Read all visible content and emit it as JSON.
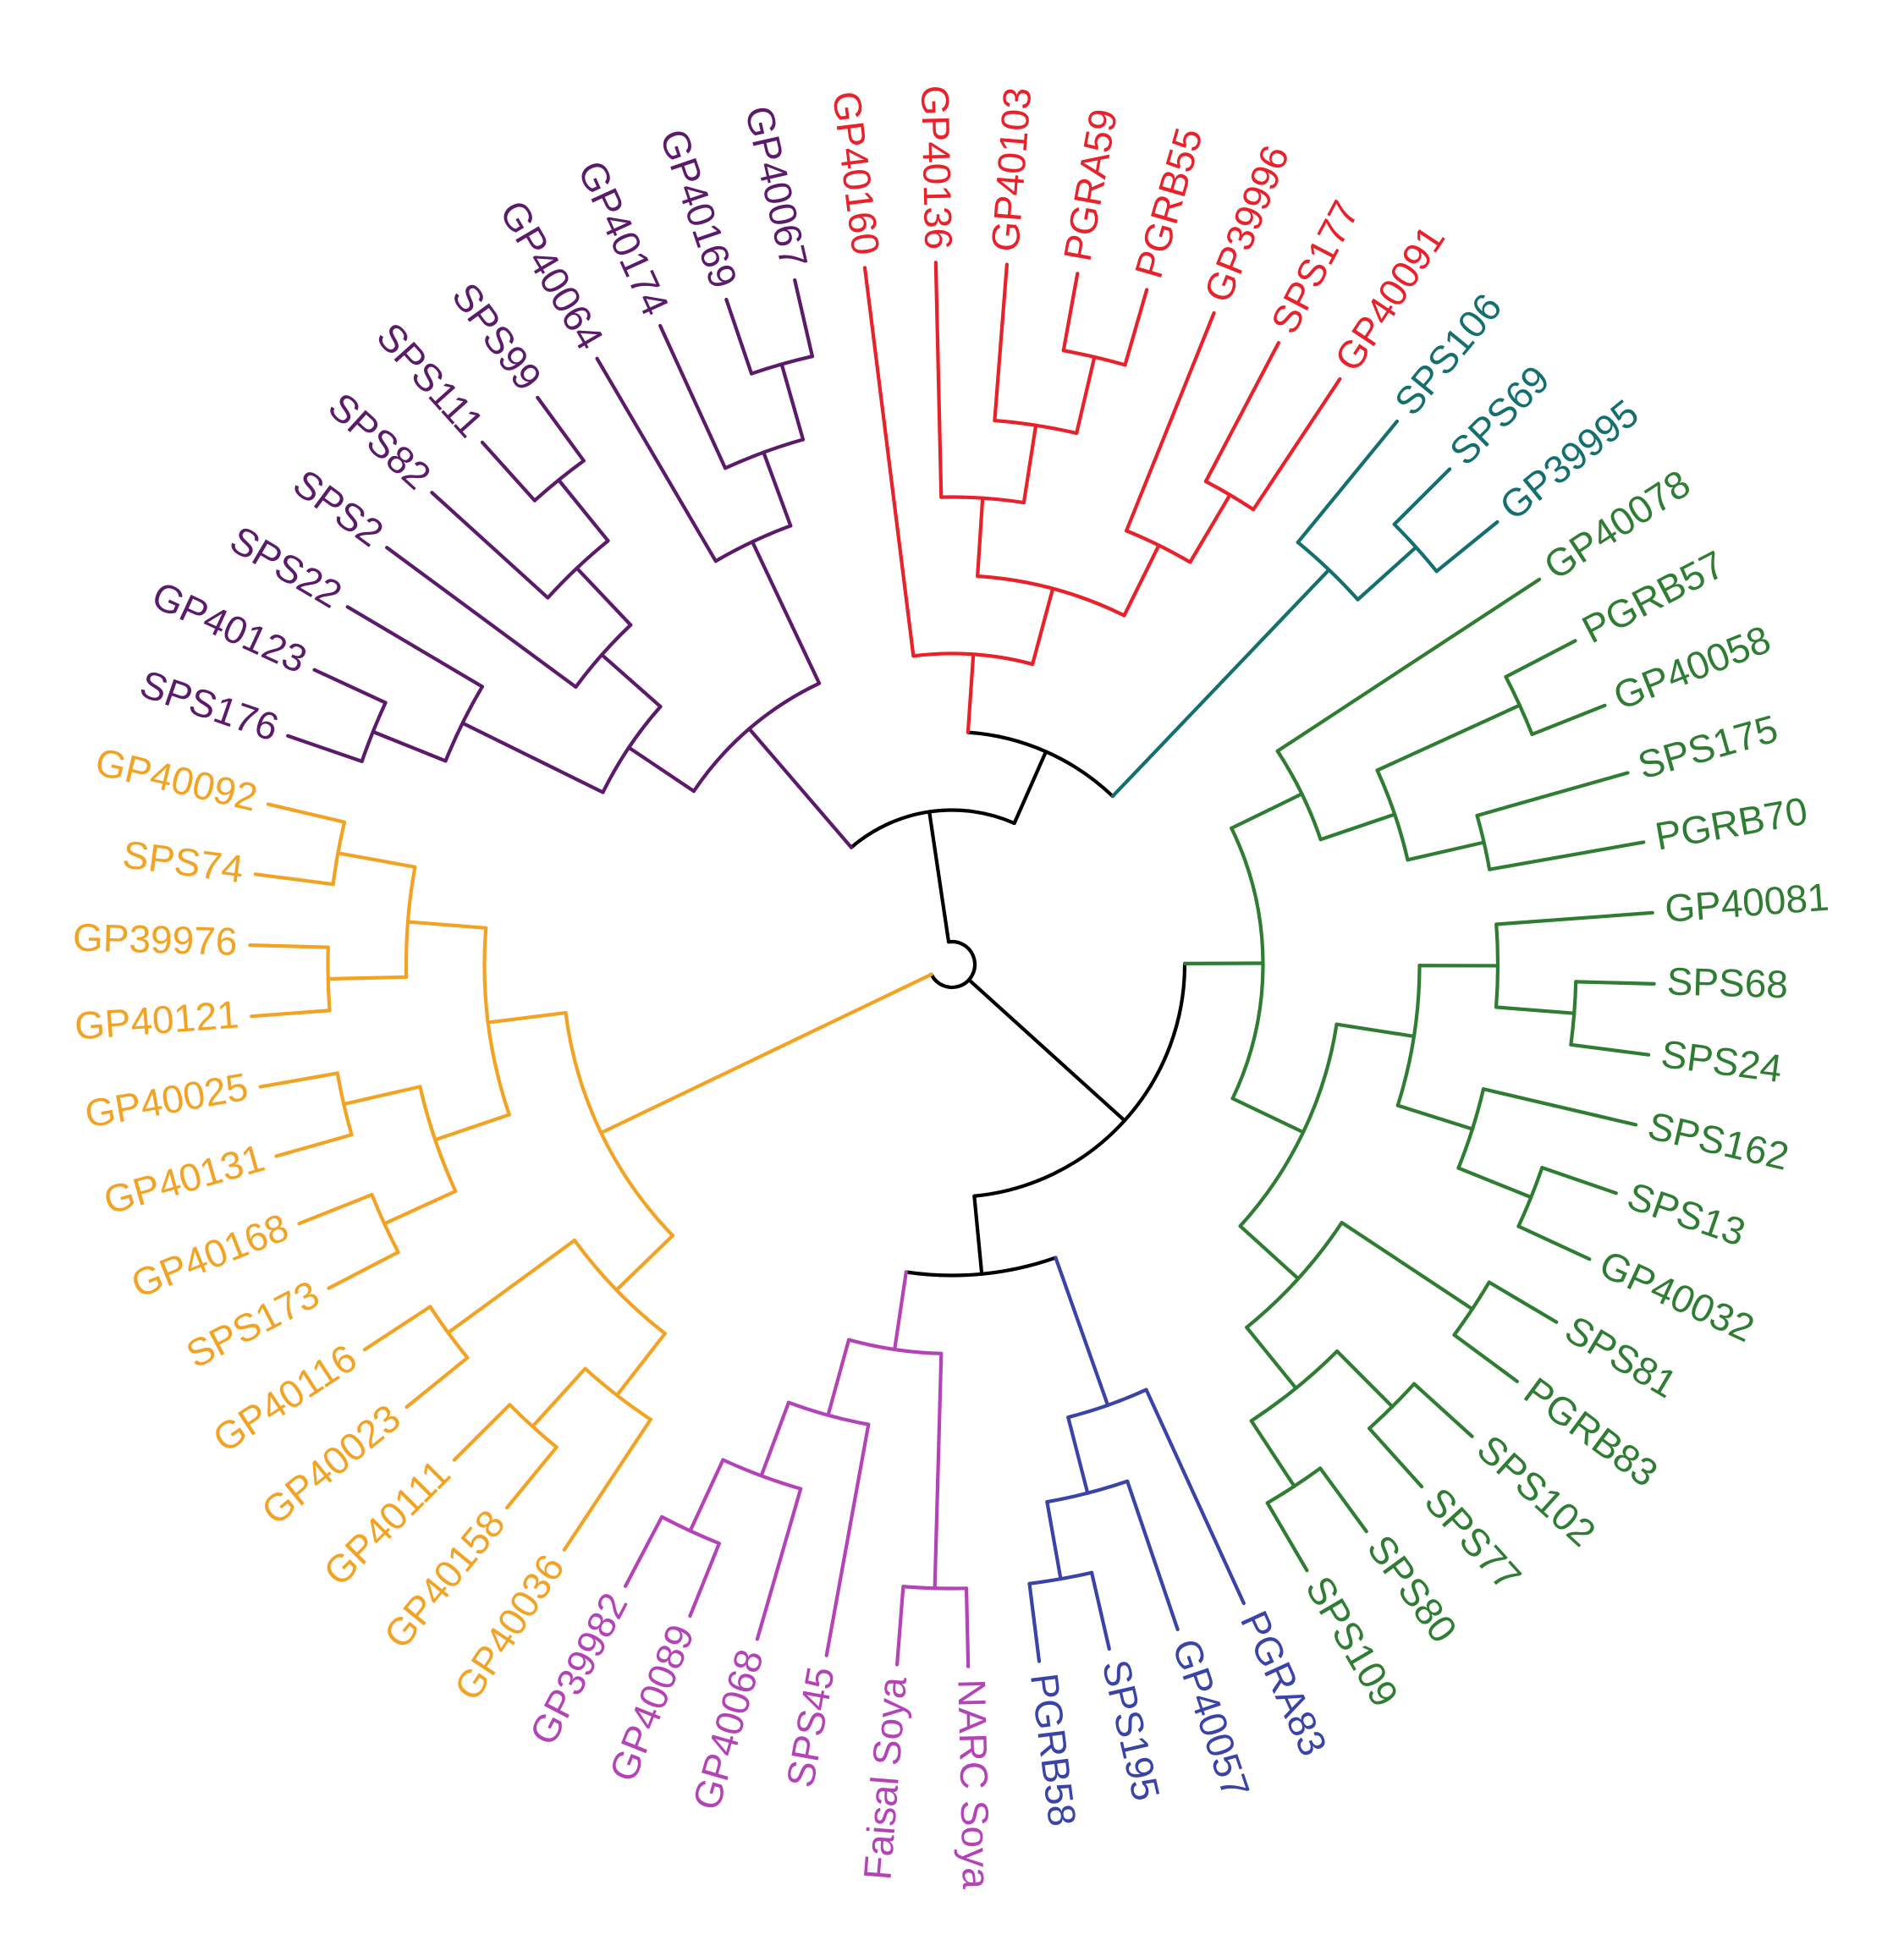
{
  "diagram": {
    "type": "circular-dendrogram",
    "colors": {
      "root": "#000000",
      "purple": "#5c1a6b",
      "red": "#e8212b",
      "teal": "#14706e",
      "green": "#2e7d32",
      "blue": "#3a43a8",
      "magenta": "#b543b8",
      "orange": "#f3a324"
    },
    "tree": {
      "id": "root",
      "color": "root",
      "children": [
        {
          "id": "upper",
          "color": "root",
          "children": [
            {
              "id": "purple-clade",
              "color": "purple",
              "children": [
                {
                  "color": "purple",
                  "children": [
                    {
                      "color": "purple",
                      "children": [
                        {
                          "color": "purple",
                          "children": [
                            {
                              "label": "SPS176"
                            },
                            {
                              "label": "GP40123"
                            }
                          ]
                        },
                        {
                          "label": "SPS22"
                        }
                      ]
                    },
                    {
                      "color": "purple",
                      "children": [
                        {
                          "label": "SPS2"
                        },
                        {
                          "color": "purple",
                          "children": [
                            {
                              "label": "SPS82"
                            },
                            {
                              "color": "purple",
                              "children": [
                                {
                                  "label": "SPS111"
                                },
                                {
                                  "label": "SPS99"
                                }
                              ]
                            }
                          ]
                        }
                      ]
                    }
                  ]
                },
                {
                  "color": "purple",
                  "children": [
                    {
                      "label": "GP40064"
                    },
                    {
                      "color": "purple",
                      "children": [
                        {
                          "label": "GP40174"
                        },
                        {
                          "color": "purple",
                          "children": [
                            {
                              "label": "GP40169"
                            },
                            {
                              "label": "GP40067"
                            }
                          ]
                        }
                      ]
                    }
                  ]
                }
              ]
            },
            {
              "id": "red-teal",
              "color": "root",
              "children": [
                {
                  "id": "red-clade",
                  "color": "red",
                  "children": [
                    {
                      "label": "GP40160"
                    },
                    {
                      "color": "red",
                      "children": [
                        {
                          "color": "red",
                          "children": [
                            {
                              "label": "GP40136"
                            },
                            {
                              "color": "red",
                              "children": [
                                {
                                  "label": "GP40103"
                                },
                                {
                                  "color": "red",
                                  "children": [
                                    {
                                      "label": "PGRA59"
                                    },
                                    {
                                      "label": "PGRB55"
                                    }
                                  ]
                                }
                              ]
                            }
                          ]
                        },
                        {
                          "color": "red",
                          "children": [
                            {
                              "label": "GP39996"
                            },
                            {
                              "color": "red",
                              "children": [
                                {
                                  "label": "SPS177"
                                },
                                {
                                  "color": "red",
                                  "children": [
                                    {
                                      "label": "GP40091"
                                    }
                                  ]
                                }
                              ]
                            }
                          ]
                        }
                      ]
                    }
                  ]
                },
                {
                  "id": "teal-clade",
                  "color": "teal",
                  "children": [
                    {
                      "label": "SPS106"
                    },
                    {
                      "color": "teal",
                      "children": [
                        {
                          "label": "SPS69"
                        },
                        {
                          "label": "GP39995"
                        }
                      ]
                    }
                  ]
                }
              ]
            }
          ]
        },
        {
          "id": "lower",
          "color": "root",
          "children": [
            {
              "id": "green-clade",
              "color": "green",
              "children": [
                {
                  "color": "green",
                  "children": [
                    {
                      "label": "GP40078"
                    },
                    {
                      "color": "green",
                      "children": [
                        {
                          "color": "green",
                          "children": [
                            {
                              "label": "PGRB57"
                            },
                            {
                              "label": "GP40058"
                            }
                          ]
                        },
                        {
                          "color": "green",
                          "children": [
                            {
                              "label": "SPS175"
                            },
                            {
                              "color": "green",
                              "children": [
                                {
                                  "label": "PGRB70"
                                }
                              ]
                            }
                          ]
                        }
                      ]
                    }
                  ]
                },
                {
                  "color": "green",
                  "children": [
                    {
                      "color": "green",
                      "children": [
                        {
                          "color": "green",
                          "children": [
                            {
                              "label": "GP40081"
                            },
                            {
                              "color": "green",
                              "children": [
                                {
                                  "label": "SPS68"
                                },
                                {
                                  "label": "SPS24"
                                }
                              ]
                            }
                          ]
                        },
                        {
                          "color": "green",
                          "children": [
                            {
                              "label": "SPS162"
                            },
                            {
                              "color": "green",
                              "children": [
                                {
                                  "label": "SPS13"
                                },
                                {
                                  "label": "GP40032"
                                }
                              ]
                            }
                          ]
                        }
                      ]
                    },
                    {
                      "color": "green",
                      "children": [
                        {
                          "color": "green",
                          "children": [
                            {
                              "label": "SPS81"
                            },
                            {
                              "label": "PGRB83"
                            }
                          ]
                        },
                        {
                          "color": "green",
                          "children": [
                            {
                              "color": "green",
                              "children": [
                                {
                                  "label": "SPS102"
                                },
                                {
                                  "label": "SPS77"
                                }
                              ]
                            },
                            {
                              "color": "green",
                              "children": [
                                {
                                  "label": "SPS80"
                                },
                                {
                                  "label": "SPS109"
                                }
                              ]
                            }
                          ]
                        }
                      ]
                    }
                  ]
                }
              ]
            },
            {
              "id": "blue-magenta",
              "color": "root",
              "children": [
                {
                  "id": "blue-clade",
                  "color": "blue",
                  "children": [
                    {
                      "label": "PGRA83"
                    },
                    {
                      "color": "blue",
                      "children": [
                        {
                          "label": "GP40057"
                        },
                        {
                          "color": "blue",
                          "children": [
                            {
                              "label": "SPS195"
                            },
                            {
                              "label": "PGRB58"
                            }
                          ]
                        }
                      ]
                    }
                  ]
                },
                {
                  "id": "magenta-clade",
                  "color": "magenta",
                  "children": [
                    {
                      "color": "magenta",
                      "children": [
                        {
                          "label": "NARC Soya"
                        },
                        {
                          "label": "Faisal Soya"
                        }
                      ]
                    },
                    {
                      "color": "magenta",
                      "children": [
                        {
                          "label": "SPS45"
                        },
                        {
                          "color": "magenta",
                          "children": [
                            {
                              "label": "GP40068"
                            },
                            {
                              "color": "magenta",
                              "children": [
                                {
                                  "label": "GP40089"
                                },
                                {
                                  "label": "GP39982"
                                }
                              ]
                            }
                          ]
                        }
                      ]
                    }
                  ]
                }
              ]
            }
          ]
        },
        {
          "id": "orange-clade",
          "color": "orange",
          "children": [
            {
              "color": "orange",
              "children": [
                {
                  "color": "orange",
                  "children": [
                    {
                      "label": "GP40036"
                    },
                    {
                      "color": "orange",
                      "children": [
                        {
                          "label": "GP40158"
                        },
                        {
                          "label": "GP40111"
                        }
                      ]
                    }
                  ]
                },
                {
                  "color": "orange",
                  "children": [
                    {
                      "label": "GP40023"
                    },
                    {
                      "label": "GP40116"
                    }
                  ]
                }
              ]
            },
            {
              "color": "orange",
              "children": [
                {
                  "color": "orange",
                  "children": [
                    {
                      "color": "orange",
                      "children": [
                        {
                          "label": "SPS173"
                        },
                        {
                          "label": "GP40168"
                        }
                      ]
                    },
                    {
                      "color": "orange",
                      "children": [
                        {
                          "label": "GP40131"
                        },
                        {
                          "label": "GP40025"
                        }
                      ]
                    }
                  ]
                },
                {
                  "color": "orange",
                  "children": [
                    {
                      "color": "orange",
                      "children": [
                        {
                          "label": "GP40121"
                        },
                        {
                          "label": "GP39976"
                        }
                      ]
                    },
                    {
                      "color": "orange",
                      "children": [
                        {
                          "label": "SPS74"
                        },
                        {
                          "label": "GP40092"
                        }
                      ]
                    }
                  ]
                }
              ]
            }
          ]
        }
      ]
    }
  }
}
